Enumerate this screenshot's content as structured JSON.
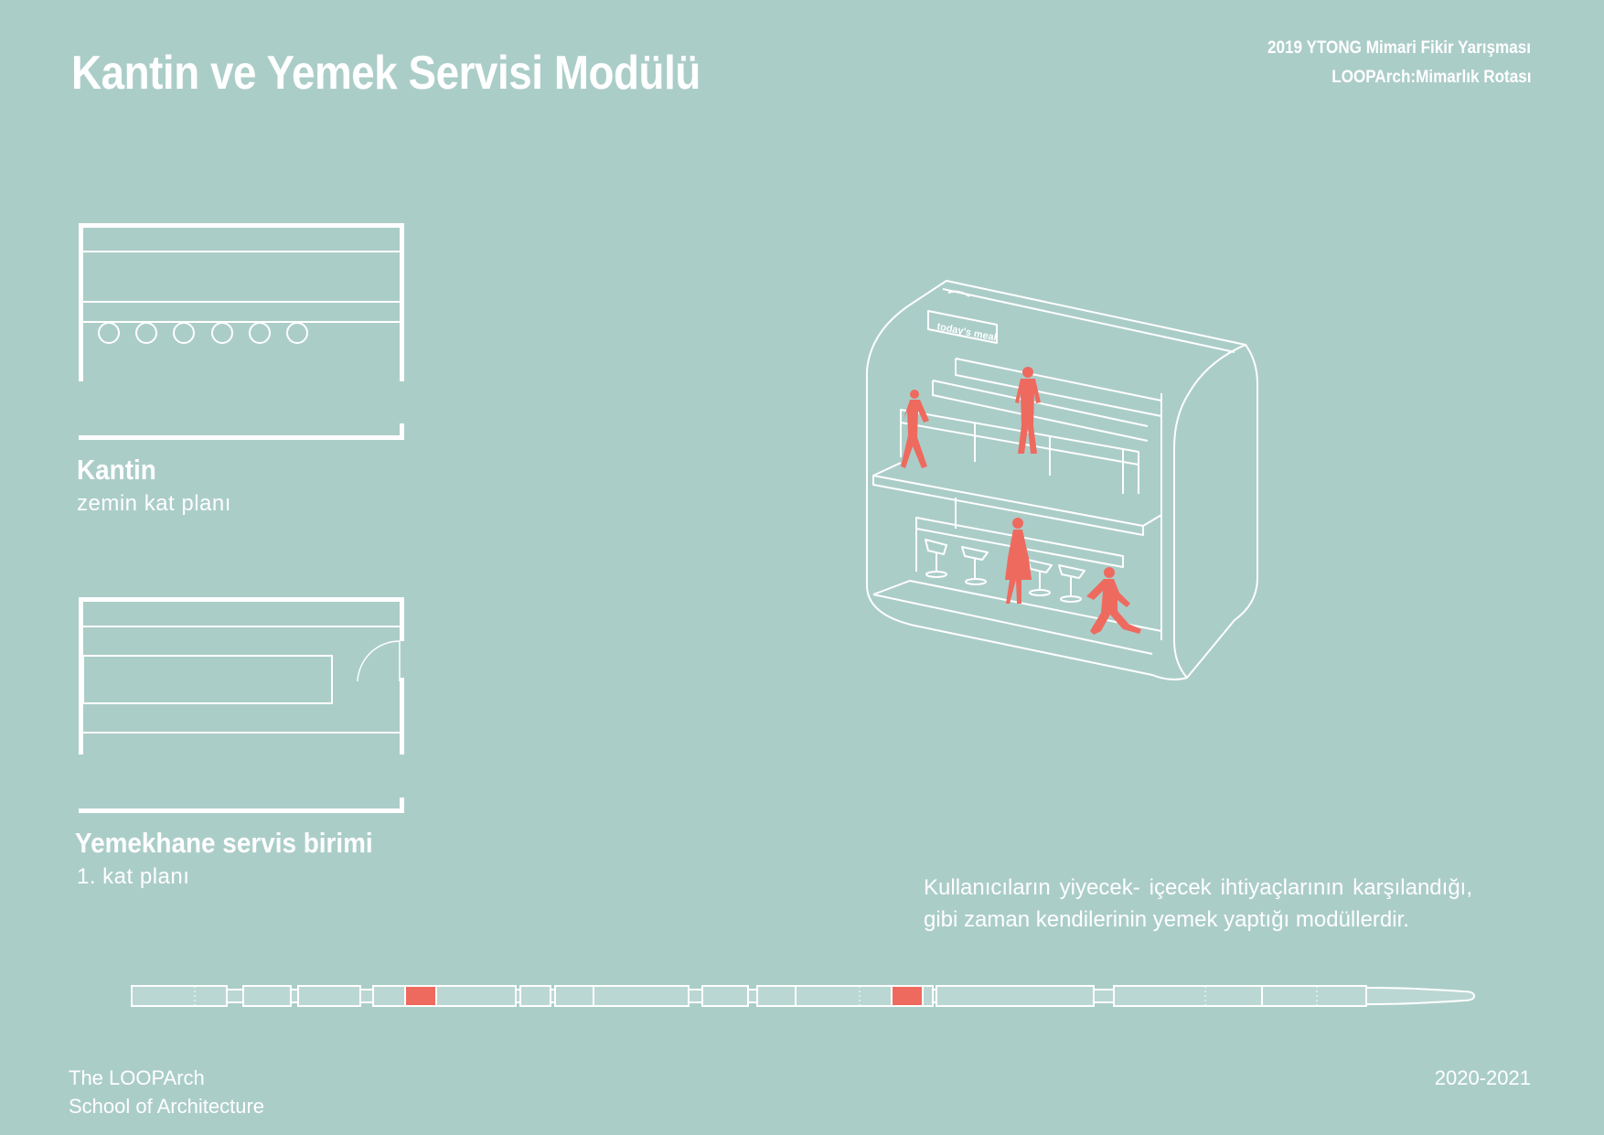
{
  "header": {
    "title": "Kantin ve Yemek Servisi Modülü",
    "competition_line1": "2019 YTONG Mimari Fikir Yarışması",
    "competition_line2": "LOOPArch:Mimarlık Rotası"
  },
  "plans": [
    {
      "title": "Kantin",
      "subtitle": "zemin kat planı"
    },
    {
      "title": "Yemekhane servis birimi",
      "subtitle": "1. kat planı"
    }
  ],
  "illustration": {
    "sign_text": "today's meal"
  },
  "description": "Kullanıcıların yiyecek- içecek ihtiyaçlarının karşılandığı, gibi zaman kendilerinin yemek yaptığı modüllerdir.",
  "footer": {
    "school_line1": "The LOOPArch",
    "school_line2": "School of Architecture",
    "years": "2020-2021"
  },
  "colors": {
    "background": "#abcdc8",
    "line": "#ffffff",
    "accent": "#ee6a5f"
  }
}
